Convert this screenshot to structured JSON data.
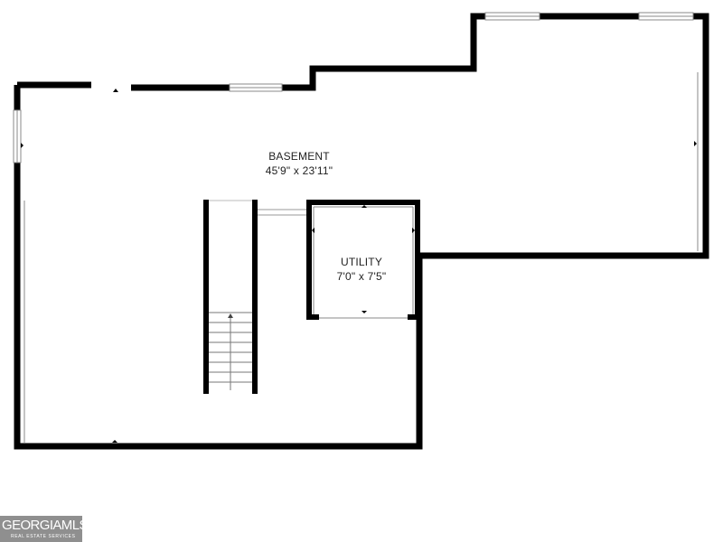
{
  "rooms": {
    "basement": {
      "name": "BASEMENT",
      "dimensions": "45'9\" x 23'11\""
    },
    "utility": {
      "name": "UTILITY",
      "dimensions": "7'0\" x 7'5\""
    }
  },
  "watermark": {
    "logo_text": "GEORGIAMLS",
    "tagline": "REAL ESTATE SERVICES"
  },
  "colors": {
    "wall": "#000000",
    "background": "#ffffff",
    "window": "#9a9a9a",
    "watermark_bg": "#8f8f8f"
  }
}
